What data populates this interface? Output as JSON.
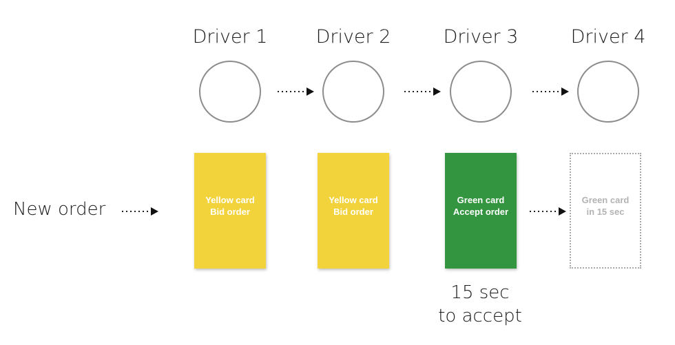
{
  "drivers": [
    {
      "label": "Driver 1"
    },
    {
      "label": "Driver 2"
    },
    {
      "label": "Driver 3"
    },
    {
      "label": "Driver 4"
    }
  ],
  "cards": [
    {
      "line1": "Yellow card",
      "line2": "Bid order",
      "color": "#f2d33b"
    },
    {
      "line1": "Yellow card",
      "line2": "Bid order",
      "color": "#f2d33b"
    },
    {
      "line1": "Green card",
      "line2": "Accept order",
      "color": "#33953f"
    },
    {
      "line1": "Green card",
      "line2": "in 15 sec",
      "color": "#b3b3b3"
    }
  ],
  "new_order": {
    "label": "New order"
  },
  "timer": {
    "line1": "15 sec",
    "line2": "to accept"
  }
}
